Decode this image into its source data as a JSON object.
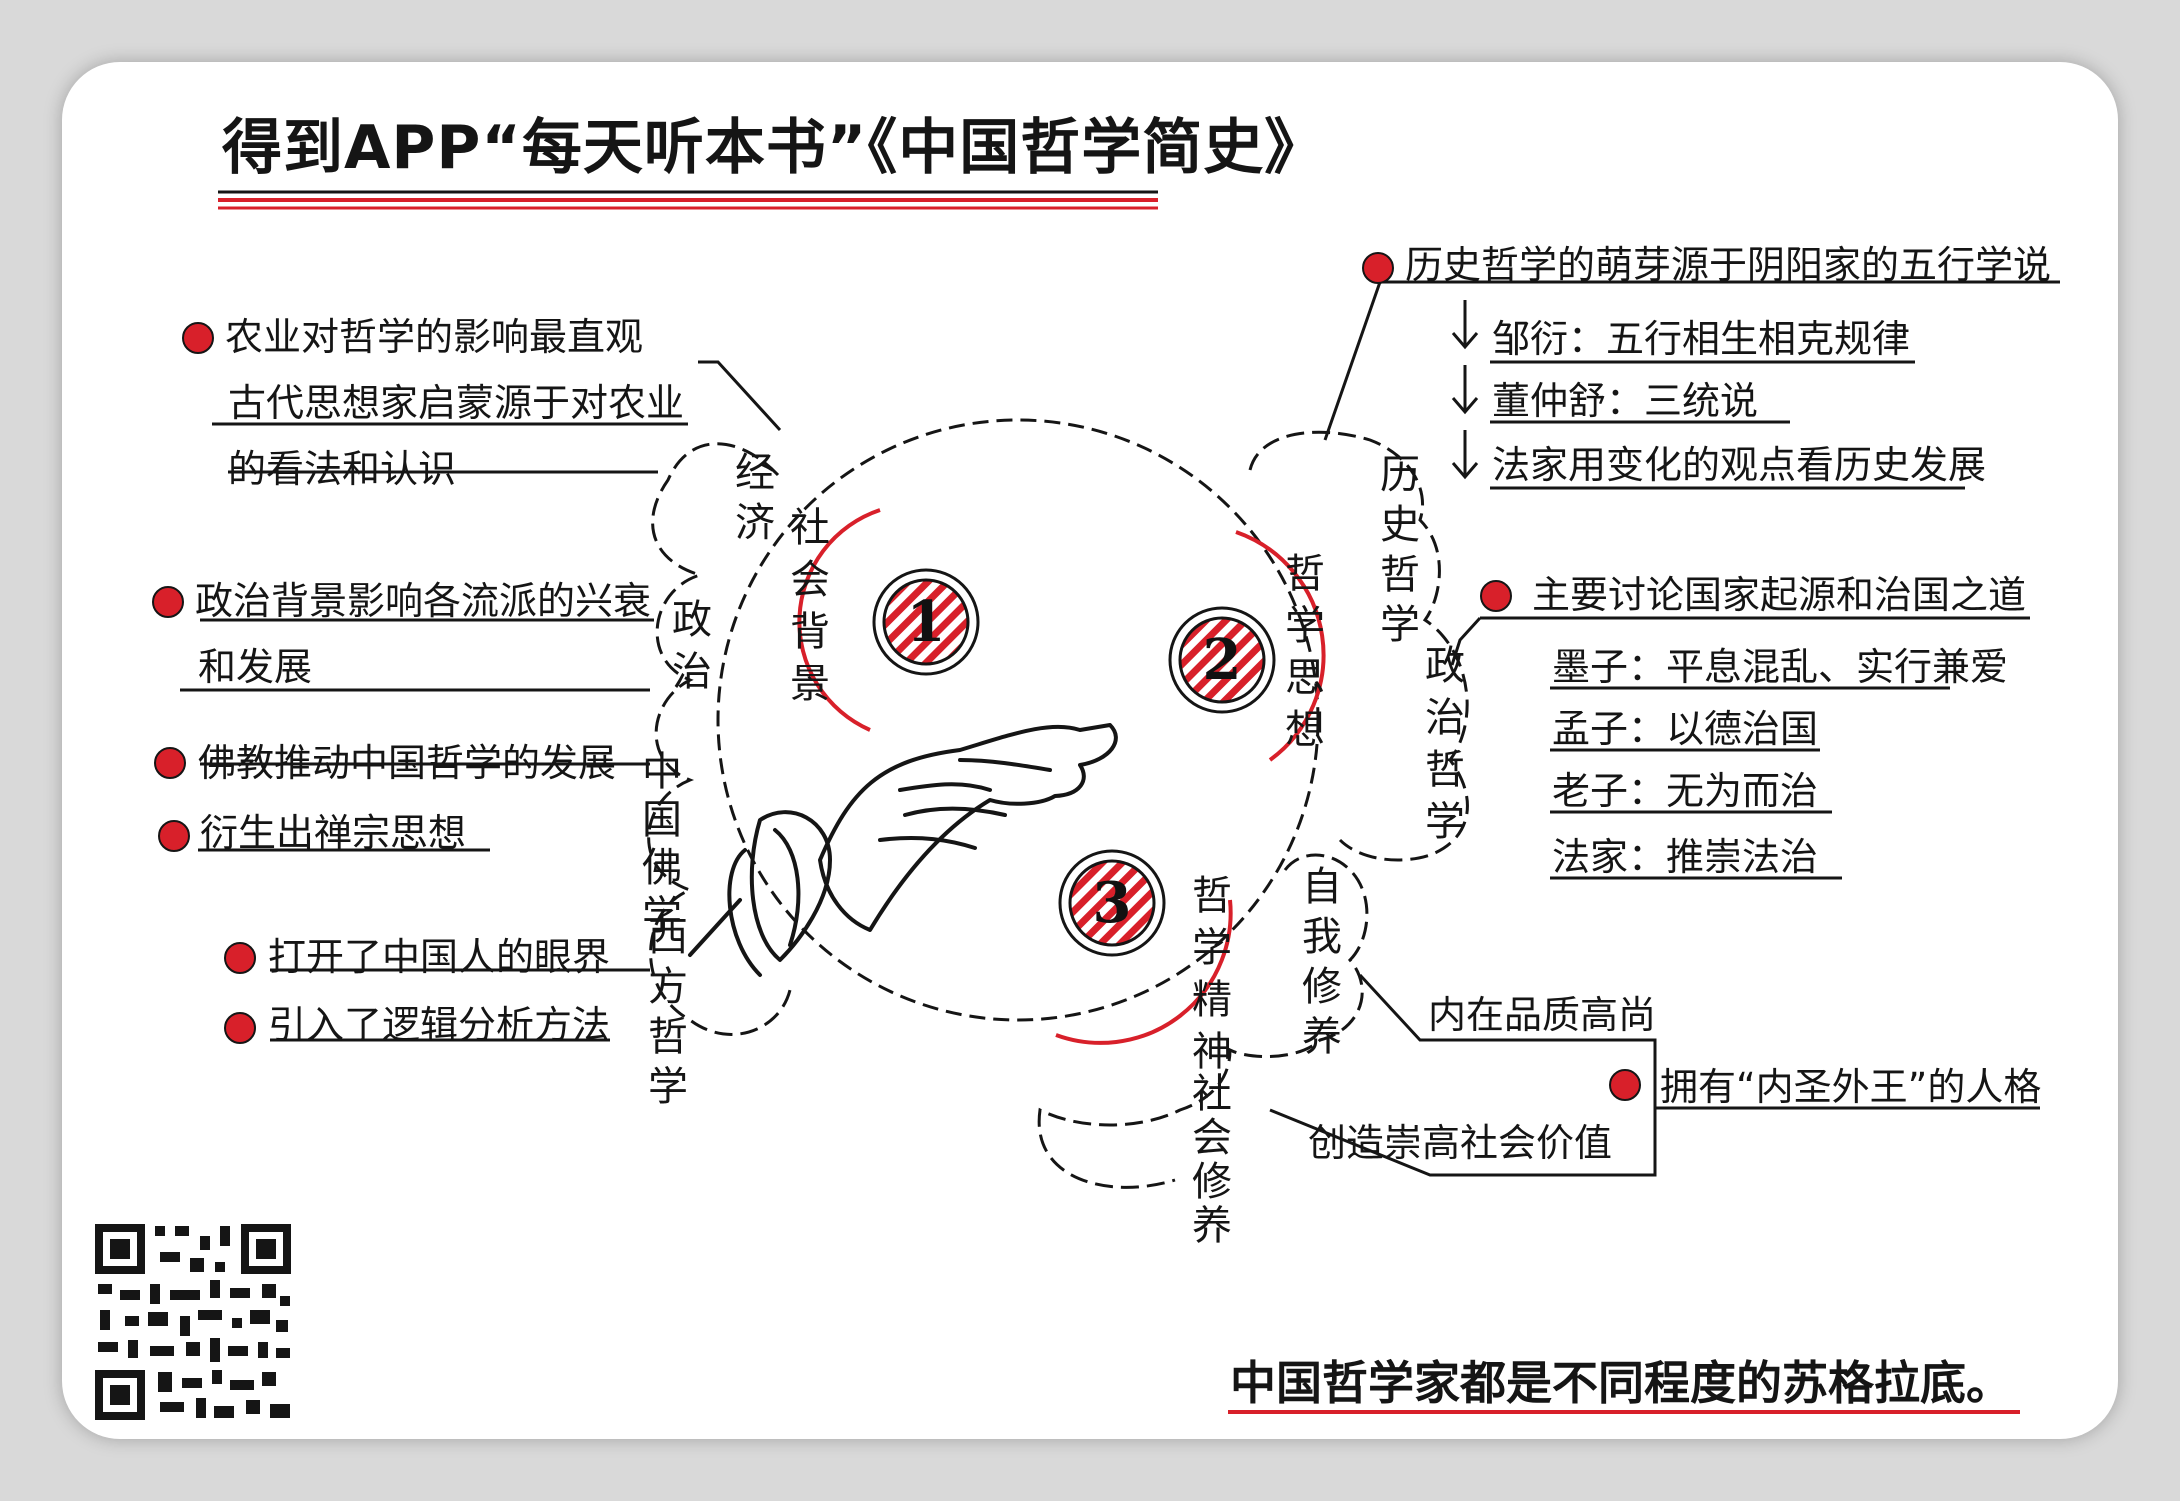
{
  "header": {
    "title": "得到APP“每天听本书”《中国哲学简史》"
  },
  "sections": {
    "s1": {
      "number": "1",
      "label": "社会背景",
      "branches": {
        "economy": {
          "label": "经济",
          "items": [
            "农业对哲学的影响最直观",
            "古代思想家启蒙源于对农业",
            "的看法和认识"
          ]
        },
        "politics": {
          "label": "政治",
          "items": [
            "政治背景影响各流派的兴衰",
            "和发展"
          ]
        },
        "buddhism": {
          "label": "中国佛学",
          "items": [
            "佛教推动中国哲学的发展",
            "衍生出禅宗思想"
          ]
        },
        "western": {
          "label": "西方哲学",
          "items": [
            "打开了中国人的眼界",
            "引入了逻辑分析方法"
          ]
        }
      }
    },
    "s2": {
      "number": "2",
      "label": "哲学思想",
      "branches": {
        "history": {
          "label": "历史哲学",
          "head": "历史哲学的萌芽源于阴阳家的五行学说",
          "items": [
            "邹衍：五行相生相克规律",
            "董仲舒：三统说",
            "法家用变化的观点看历史发展"
          ]
        },
        "political": {
          "label": "政治哲学",
          "head": "主要讨论国家起源和治国之道",
          "items": [
            "墨子：平息混乱、实行兼爱",
            "孟子：以德治国",
            "老子：无为而治",
            "法家：推崇法治"
          ]
        }
      }
    },
    "s3": {
      "number": "3",
      "label": "哲学精神",
      "branches": {
        "self": {
          "label": "自我修养",
          "item": "内在品质高尚"
        },
        "social": {
          "label": "社会修养",
          "item": "创造崇高社会价值"
        },
        "result": "拥有“内圣外王”的人格"
      }
    }
  },
  "footer": {
    "quote": "中国哲学家都是不同程度的苏格拉底。"
  },
  "colors": {
    "accent": "#d8202a",
    "ink": "#151515",
    "paper": "#ffffff"
  }
}
